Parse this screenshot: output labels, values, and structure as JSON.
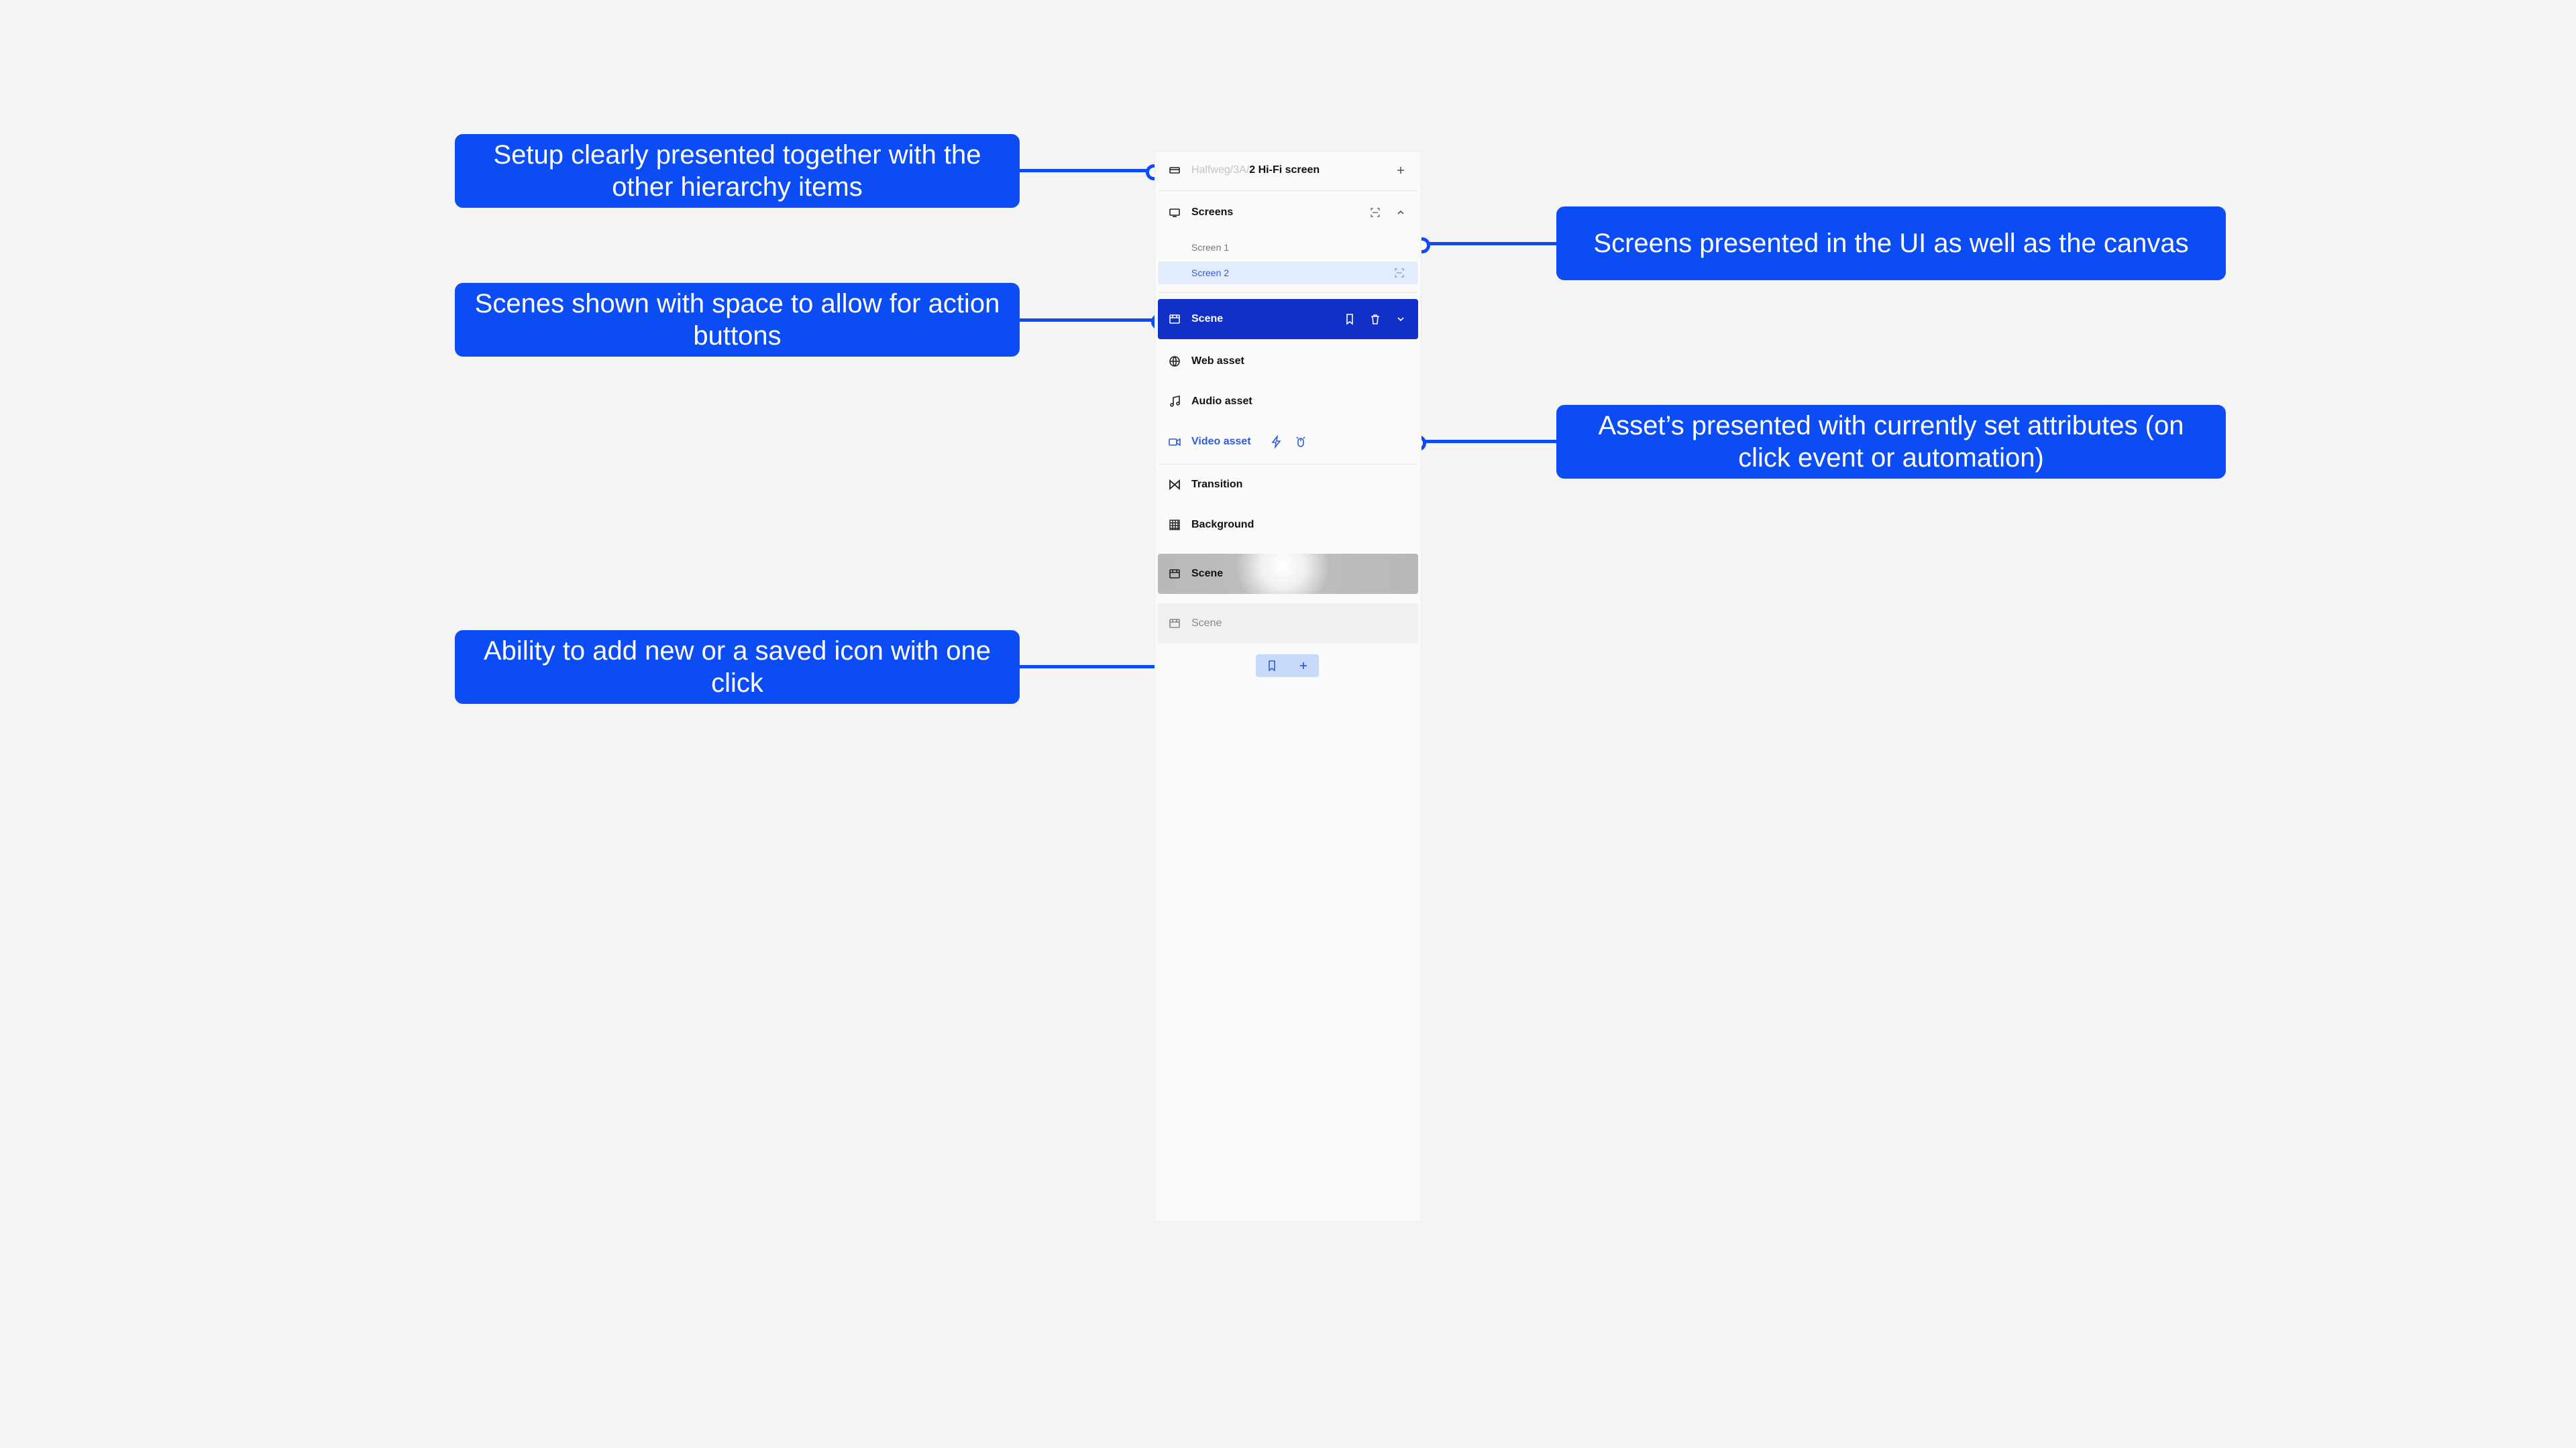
{
  "callouts": {
    "setup": "Setup clearly presented together with the other hierarchy items",
    "scenes": "Scenes shown with space to allow for action buttons",
    "add": "Ability to add new or a saved icon with one click",
    "screens": "Screens presented in the UI as well as the canvas",
    "assets": "Asset’s presented with currently set attributes (on click event or automation)"
  },
  "panel": {
    "breadcrumb": {
      "path": "Halfweg/3A/",
      "title": "2 Hi-Fi screen"
    },
    "screens": {
      "label": "Screens",
      "items": [
        "Screen 1",
        "Screen 2"
      ]
    },
    "active_scene": {
      "label": "Scene",
      "assets": [
        {
          "label": "Web asset",
          "icon": "globe-icon"
        },
        {
          "label": "Audio asset",
          "icon": "music-note-icon"
        },
        {
          "label": "Video asset",
          "icon": "video-camera-icon"
        }
      ],
      "transition": "Transition",
      "background": "Background"
    },
    "scene_thumb": {
      "label": "Scene"
    },
    "scene_collapsed": {
      "label": "Scene"
    }
  },
  "colors": {
    "accent": "#0b4cf5",
    "active_scene_bg": "#1030c8",
    "selected_screen_bg": "#e3ecfb",
    "video_asset_text": "#2f5bdc",
    "add_bar_bg": "#c9d9fb"
  }
}
